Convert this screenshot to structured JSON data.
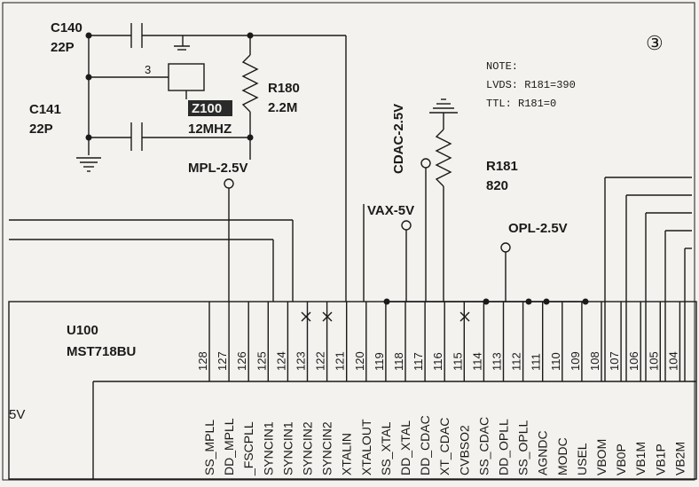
{
  "circle_number": "③",
  "note": {
    "title": "NOTE:",
    "lvds": "LVDS: R181=390",
    "ttl": "TTL:  R181=0"
  },
  "components": {
    "c140": {
      "ref": "C140",
      "value": "22P"
    },
    "c141": {
      "ref": "C141",
      "value": "22P"
    },
    "r180": {
      "ref": "R180",
      "value": "2.2M"
    },
    "r181": {
      "ref": "R181",
      "value": "820"
    },
    "crystal": {
      "ref": "Z100",
      "value": "12MHZ",
      "pin3": "3"
    },
    "ic": {
      "ref": "U100",
      "part": "MST718BU"
    }
  },
  "nets": {
    "mpl": "MPL-2.5V",
    "cdac": "CDAC-2.5V",
    "vax": "VAX-5V",
    "opl": "OPL-2.5V",
    "left_edge": "5V"
  },
  "pins": [
    {
      "num": "128",
      "name": "SS_MPLL"
    },
    {
      "num": "127",
      "name": "DD_MPLL"
    },
    {
      "num": "126",
      "name": "_FSCPLL"
    },
    {
      "num": "125",
      "name": "SYNCIN1"
    },
    {
      "num": "124",
      "name": "SYNCIN1"
    },
    {
      "num": "123",
      "name": "SYNCIN2"
    },
    {
      "num": "122",
      "name": "SYNCIN2"
    },
    {
      "num": "121",
      "name": "XTALIN"
    },
    {
      "num": "120",
      "name": "XTALOUT"
    },
    {
      "num": "119",
      "name": "SS_XTAL"
    },
    {
      "num": "118",
      "name": "DD_XTAL"
    },
    {
      "num": "117",
      "name": "DD_CDAC"
    },
    {
      "num": "116",
      "name": "XT_CDAC"
    },
    {
      "num": "115",
      "name": "CVBSO2"
    },
    {
      "num": "114",
      "name": "SS_CDAC"
    },
    {
      "num": "113",
      "name": "DD_OPLL"
    },
    {
      "num": "112",
      "name": "SS_OPLL"
    },
    {
      "num": "111",
      "name": "AGNDC"
    },
    {
      "num": "110",
      "name": "MODC"
    },
    {
      "num": "109",
      "name": "USEL"
    },
    {
      "num": "108",
      "name": "VBOM"
    },
    {
      "num": "107",
      "name": "VB0P"
    },
    {
      "num": "106",
      "name": "VB1M"
    },
    {
      "num": "105",
      "name": "VB1P"
    },
    {
      "num": "104",
      "name": "VB2M"
    }
  ]
}
